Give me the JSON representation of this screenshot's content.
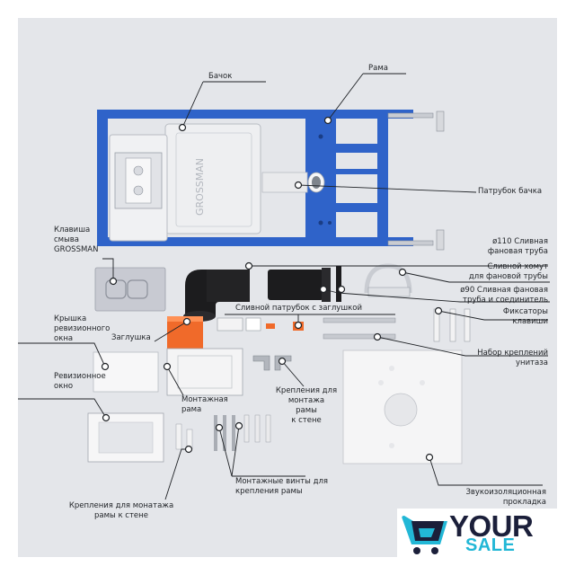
{
  "diagram": {
    "labels": {
      "tank": "Бачок",
      "frame": "Рама",
      "tank_pipe": "Патрубок бачка",
      "flush_key": "Клавиша\nсмыва\nGROSSMAN",
      "drain_pipe_110": "ø110 Сливная\nфановая труба",
      "clamp": "Сливной хомут\nдля фановой трубы",
      "drain_pipe_90": "ø90 Сливная фановая\nтруба и соединитель",
      "drain_plug": "Сливной патрубок с заглушкой",
      "key_fixers": "Фиксаторы\nклавиши",
      "inspection_cover": "Крышка\nревизионного\nокна",
      "plug": "Заглушка",
      "bowl_mount_kit": "Набор креплений\nунитаза",
      "inspection_window": "Ревизионное\nокно",
      "mounting_frame": "Монтажная\nрама",
      "wall_mounts_right": "Крепления для\nмонтажа\nрамы\nк стене",
      "mount_screws": "Монтажные винты для\nкрепления рамы",
      "wall_mounts_bottom": "Крепления для монатажа\nрамы к стене",
      "sound_pad": "Звукоизоляционная\nпрокладка"
    },
    "tank_brand": "GROSSMAN"
  },
  "logo": {
    "word1": "YOUR",
    "word2": "SALE",
    "colors": {
      "dark": "#1b1f3a",
      "cyan": "#22b7d6"
    }
  },
  "colors": {
    "frame_blue": "#2f63c9",
    "panel_bg": "#e4e6ea",
    "orange": "#f06a2a",
    "black_pipe": "#1c1c1e"
  }
}
